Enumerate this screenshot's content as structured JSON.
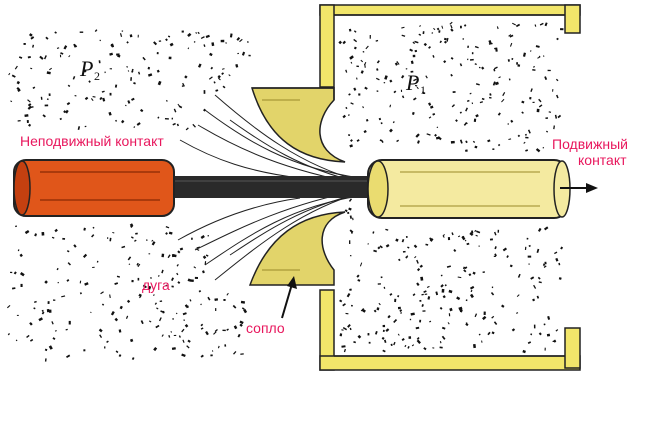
{
  "labels": {
    "fixed_contact": "Неподвижный контакт",
    "moving_contact_line1": "Подвижный",
    "moving_contact_line2": "контакт",
    "arc": "дуга",
    "nozzle": "сопло",
    "pressure_low": "P",
    "pressure_low_sub": "2",
    "pressure_high": "P",
    "pressure_high_sub": "1"
  },
  "colors": {
    "label_text": "#e8175d",
    "fixed_contact_fill": "#e0561a",
    "moving_contact_fill": "#f4eaa0",
    "chamber_wall": "#f2e66a",
    "nozzle_fill": "#e2d46a",
    "arc_rod": "#2a2a2a",
    "speckle": "#111111"
  },
  "icons": {
    "motion_arrow": "arrow-right-icon",
    "nozzle_pointer": "arrow-pointer-icon"
  }
}
